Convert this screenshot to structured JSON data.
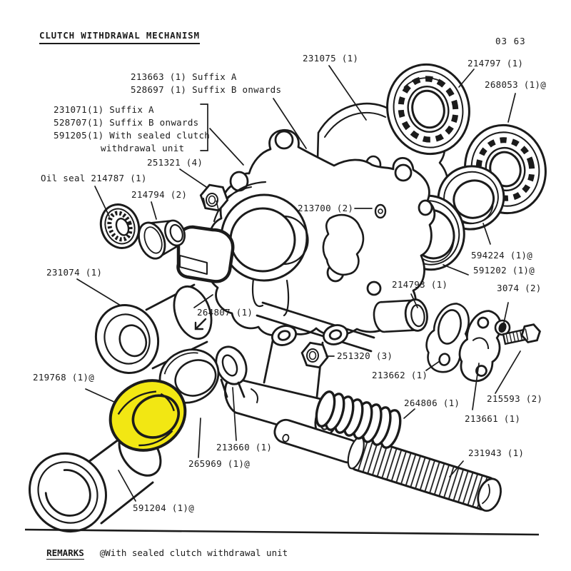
{
  "header": {
    "title": "CLUTCH WITHDRAWAL MECHANISM",
    "page_code": "03 63"
  },
  "footer": {
    "remarks_label": "REMARKS",
    "remarks_text": "@With sealed clutch withdrawal unit"
  },
  "colors": {
    "ink": "#1b1b1b",
    "paper": "#ffffff",
    "highlight": "#f2e713"
  },
  "highlighted_part": "219768 (1)@",
  "callouts": {
    "c231075": "231075 (1)",
    "c214797": "214797 (1)",
    "c268053": "268053 (1)@",
    "c213663_l1": "213663 (1) Suffix A",
    "c213663_l2": "528697 (1) Suffix B onwards",
    "c231071_l1": "231071(1) Suffix A",
    "c231071_l2": "528707(1) Suffix B onwards",
    "c231071_l3": "591205(1) With sealed clutch",
    "c231071_l4": "withdrawal unit",
    "c251321": "251321 (4)",
    "c214787": "Oil seal 214787 (1)",
    "c214794": "214794 (2)",
    "c213700": "213700 (2)",
    "c594224": "594224 (1)@",
    "c591202": "591202 (1)@",
    "c231074": "231074 (1)",
    "c214793": "214793 (1)",
    "c3074": "3074 (2)",
    "c264807": "264807 (1)",
    "c251320": "251320 (3)",
    "c213662": "213662 (1)",
    "c219768": "219768 (1)@",
    "c215593": "215593 (2)",
    "c213661": "213661 (1)",
    "c264806": "264806 (1)",
    "c213660": "213660 (1)",
    "c265969": "265969 (1)@",
    "c231943": "231943 (1)",
    "c591204": "591204 (1)@"
  }
}
